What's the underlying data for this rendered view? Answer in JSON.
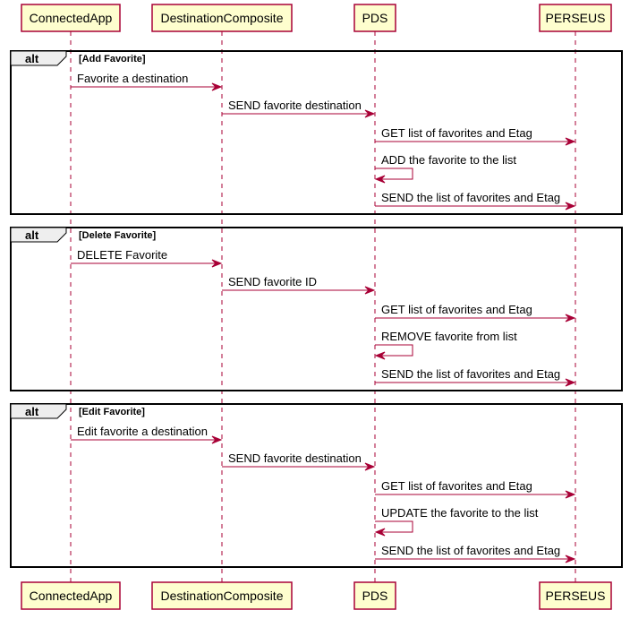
{
  "participants": [
    {
      "id": "connectedapp",
      "label": "ConnectedApp"
    },
    {
      "id": "destinationcomposite",
      "label": "DestinationComposite"
    },
    {
      "id": "pds",
      "label": "PDS"
    },
    {
      "id": "perseus",
      "label": "PERSEUS"
    }
  ],
  "fragments": [
    {
      "operator": "alt",
      "guard": "[Add Favorite]",
      "messages": [
        {
          "from": "connectedapp",
          "to": "destinationcomposite",
          "text": "Favorite a destination"
        },
        {
          "from": "destinationcomposite",
          "to": "pds",
          "text": "SEND favorite destination"
        },
        {
          "from": "pds",
          "to": "perseus",
          "text": "GET list of favorites and Etag"
        },
        {
          "from": "pds",
          "to": "pds",
          "text": "ADD the favorite to the list"
        },
        {
          "from": "pds",
          "to": "perseus",
          "text": "SEND the list of favorites and Etag"
        }
      ]
    },
    {
      "operator": "alt",
      "guard": "[Delete Favorite]",
      "messages": [
        {
          "from": "connectedapp",
          "to": "destinationcomposite",
          "text": "DELETE Favorite"
        },
        {
          "from": "destinationcomposite",
          "to": "pds",
          "text": "SEND favorite ID"
        },
        {
          "from": "pds",
          "to": "perseus",
          "text": "GET list of favorites and Etag"
        },
        {
          "from": "pds",
          "to": "pds",
          "text": "REMOVE favorite from list"
        },
        {
          "from": "pds",
          "to": "perseus",
          "text": "SEND the list of favorites and Etag"
        }
      ]
    },
    {
      "operator": "alt",
      "guard": "[Edit Favorite]",
      "messages": [
        {
          "from": "connectedapp",
          "to": "destinationcomposite",
          "text": "Edit favorite a destination"
        },
        {
          "from": "destinationcomposite",
          "to": "pds",
          "text": "SEND favorite destination"
        },
        {
          "from": "pds",
          "to": "perseus",
          "text": "GET list of favorites and Etag"
        },
        {
          "from": "pds",
          "to": "pds",
          "text": "UPDATE the favorite to the list"
        },
        {
          "from": "pds",
          "to": "perseus",
          "text": "SEND the list of favorites and Etag"
        }
      ]
    }
  ]
}
